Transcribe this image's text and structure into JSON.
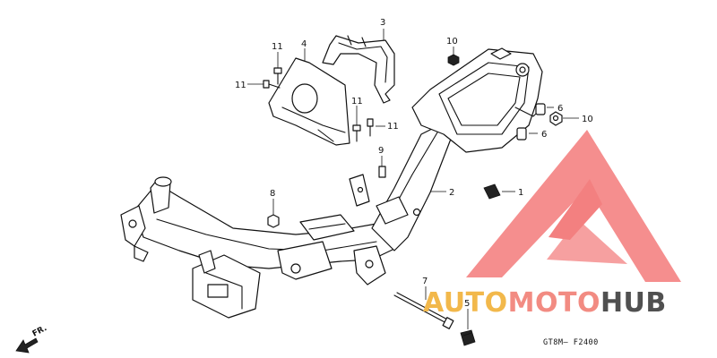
{
  "diagram": {
    "callouts": {
      "c1": "1",
      "c2": "2",
      "c3": "3",
      "c4": "4",
      "c5": "5",
      "c6a": "6",
      "c6b": "6",
      "c7": "7",
      "c8": "8",
      "c9": "9",
      "c10a": "10",
      "c10b": "10",
      "c11a": "11",
      "c11b": "11",
      "c11c": "11",
      "c11d": "11"
    },
    "front_label": "FR.",
    "diagram_code": "GT8M— F2400"
  },
  "watermark": {
    "word_part1": "AUTO",
    "word_part2": "MOTO",
    "word_part3": "HUB",
    "colors": {
      "auto": "#f2b84b",
      "moto": "#f28b82",
      "hub": "#505050",
      "triangle": "#f26b6b"
    }
  }
}
